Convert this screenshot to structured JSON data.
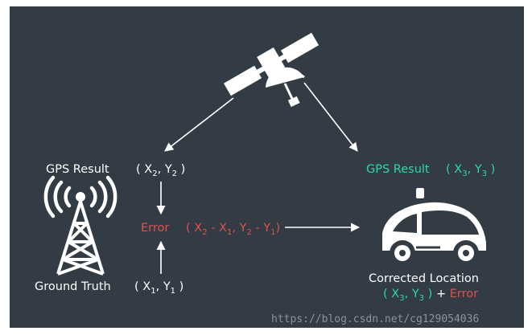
{
  "colors": {
    "background": "#333c44",
    "white": "#ffffff",
    "accent_green": "#2bd9a7",
    "accent_red": "#e0514d",
    "watermark": "#9aa2aa"
  },
  "labels": {
    "gps_result_left": "GPS Result",
    "gps_result_right": "GPS Result",
    "ground_truth": "Ground Truth",
    "error": "Error",
    "corrected_location": "Corrected Location",
    "plus": "+",
    "error_suffix": "Error"
  },
  "coords": {
    "x": "X",
    "y": "Y",
    "minus": "-",
    "sub1": "1",
    "sub2": "2",
    "sub3": "3"
  },
  "watermark": "https://blog.csdn.net/cg129054036",
  "icons": [
    "satellite-icon",
    "cell-tower-icon",
    "self-driving-car-icon"
  ]
}
